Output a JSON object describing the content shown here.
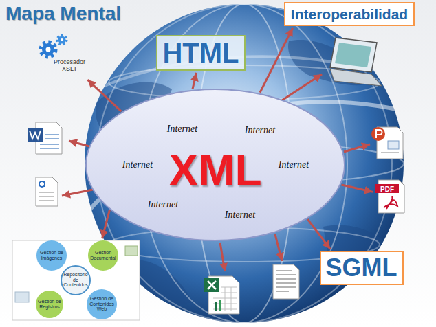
{
  "diagram": {
    "title": "Mapa Mental",
    "nodes": [
      {
        "text": [
          "HTML"
        ]
      },
      {
        "text": [
          "Interoperabilidad"
        ]
      },
      {
        "text": [
          "Procesador XSLT"
        ]
      },
      {
        "text": [
          "XML",
          "Internet",
          "Internet",
          "Internet",
          "Internet",
          "Internet",
          "Internet"
        ]
      },
      {
        "text": [
          "PDF"
        ]
      },
      {
        "text": [
          "SGML"
        ]
      },
      {
        "text": [
          "Gestión de Imágenes",
          "Gestión Documental",
          "Repositorio de Contenidos",
          "Gestión de Registros",
          "Gestión de Contenidos Web"
        ]
      }
    ],
    "edges": [
      {
        "from": 3,
        "to": 0,
        "arrow": "to"
      },
      {
        "from": 3,
        "to": 1,
        "arrow": "to"
      },
      {
        "from": 3,
        "to": 2,
        "arrow": "to"
      },
      {
        "from": 3,
        "to": 4,
        "arrow": "to"
      },
      {
        "from": 3,
        "to": 5,
        "arrow": "to"
      },
      {
        "from": 3,
        "to": 6,
        "arrow": "to"
      }
    ]
  }
}
